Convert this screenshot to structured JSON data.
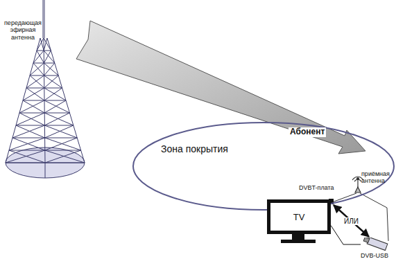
{
  "diagram": {
    "nodes": [
      {
        "text": [
          "Зона покрытия"
        ]
      },
      {
        "text": [
          "TV"
        ]
      },
      {
        "text": [
          "DVB-USB"
        ]
      }
    ],
    "edges": [
      {
        "from": 1,
        "to": 2,
        "arrow": "none"
      },
      {
        "from": 1,
        "to": 2,
        "label": "ИЛИ",
        "arrow": "both"
      }
    ],
    "labels": [
      "передающая эфирная антенна",
      "Абонент",
      "приёмная антенна",
      "DVBT-плата"
    ]
  }
}
